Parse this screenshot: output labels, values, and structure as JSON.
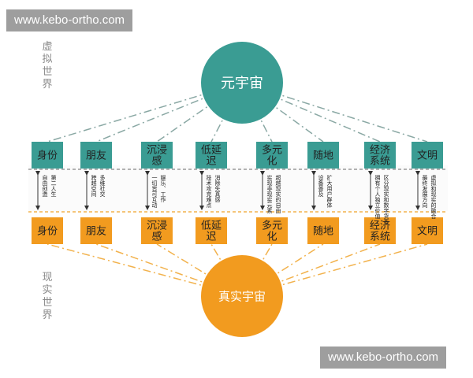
{
  "watermark_text": "www.kebo-ortho.com",
  "labels": {
    "virtual_world": "虚拟世界",
    "real_world": "现实世界"
  },
  "colors": {
    "teal": "#3a9c93",
    "orange": "#f29b1f",
    "teal_line": "#8aa8a4",
    "orange_line": "#f2b24d"
  },
  "top_circle": "元宇宙",
  "bottom_circle": "真实宇宙",
  "columns": [
    {
      "top": [
        "身份"
      ],
      "bottom": [
        "身份"
      ],
      "notes": [
        "自由创造",
        "第二人生"
      ]
    },
    {
      "top": [
        "朋友"
      ],
      "bottom": [
        "朋友"
      ],
      "notes": [
        "跨越空间",
        "多维社交"
      ]
    },
    {
      "top": [
        "沉浸",
        "感"
      ],
      "bottom": [
        "沉浸",
        "感"
      ],
      "notes": [
        "一切皆可互动",
        "娱乐、工作"
      ]
    },
    {
      "top": [
        "低延",
        "迟"
      ],
      "bottom": [
        "低延",
        "迟"
      ],
      "notes": [
        "技术攻克难点",
        "消除失真感"
      ]
    },
    {
      "top": [
        "多元",
        "化"
      ],
      "bottom": [
        "多元",
        "化"
      ],
      "notes": [
        "实现非现实元素",
        "超越现实的自由"
      ]
    },
    {
      "top": [
        "随地"
      ],
      "bottom": [
        "随地"
      ],
      "notes": [
        "设备普及",
        "扩大用户群体"
      ]
    },
    {
      "top": [
        "经济",
        "系统"
      ],
      "bottom": [
        "经济",
        "系统"
      ],
      "notes": [
        "拥有个人独立价值",
        "区分现实和数字货币"
      ]
    },
    {
      "top": [
        "文明"
      ],
      "bottom": [
        "文明"
      ],
      "notes": [
        "最终发展方向",
        "虚拟和现实的融合"
      ]
    }
  ]
}
